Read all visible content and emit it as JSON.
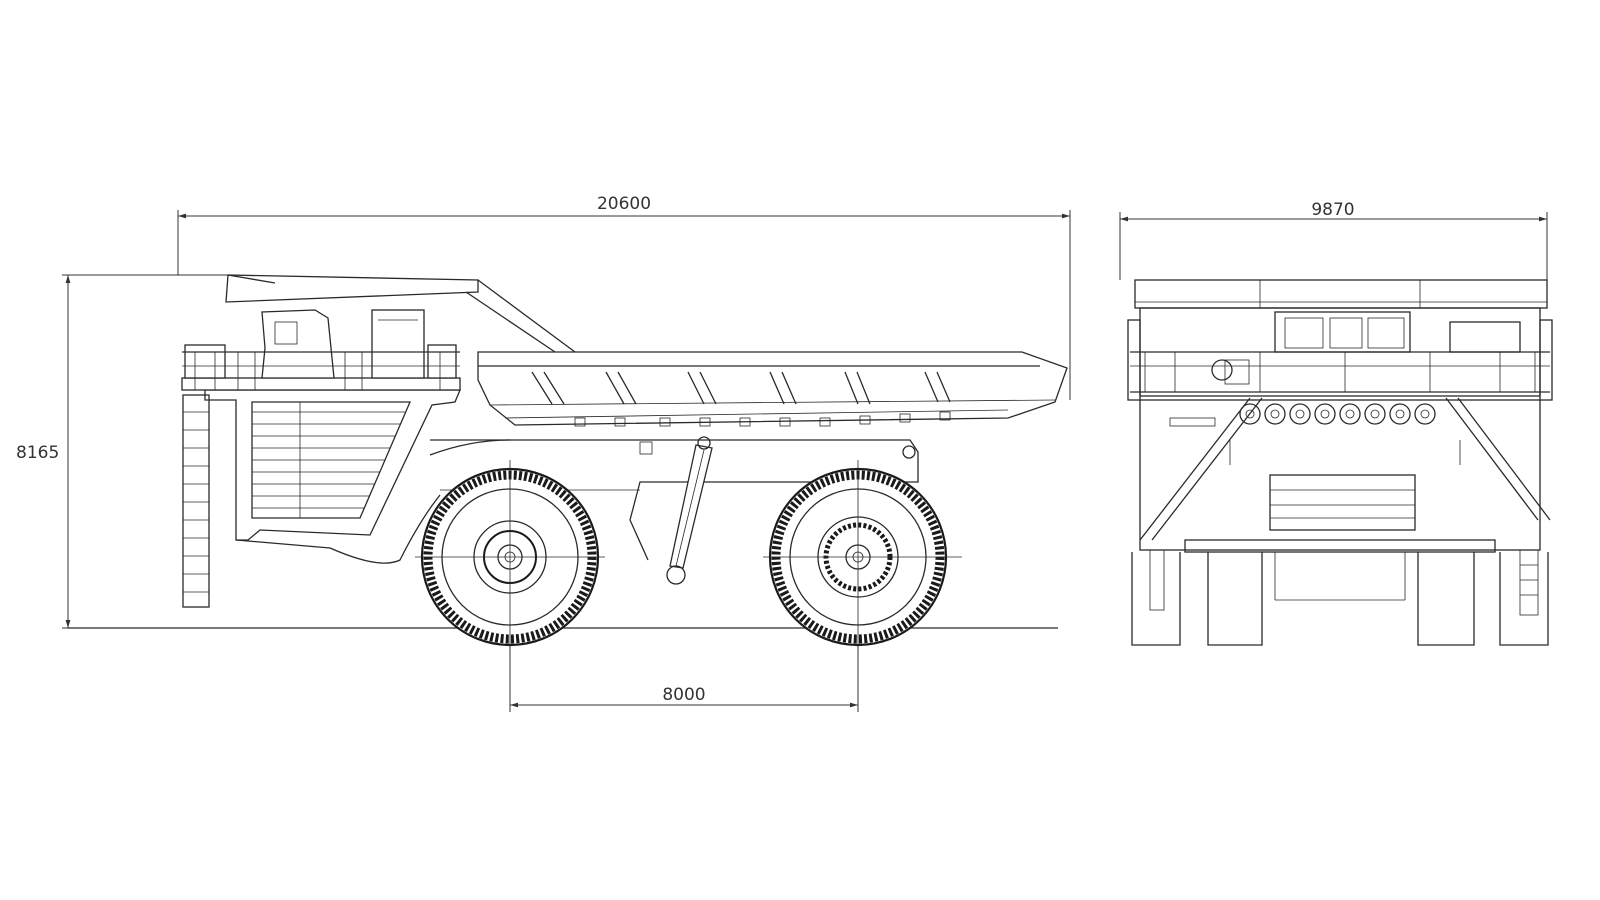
{
  "dimensions": {
    "overall_length": "20600",
    "overall_height": "8165",
    "wheelbase": "8000",
    "overall_width": "9870"
  },
  "colors": {
    "line": "#2a2a2a",
    "background": "#ffffff"
  }
}
